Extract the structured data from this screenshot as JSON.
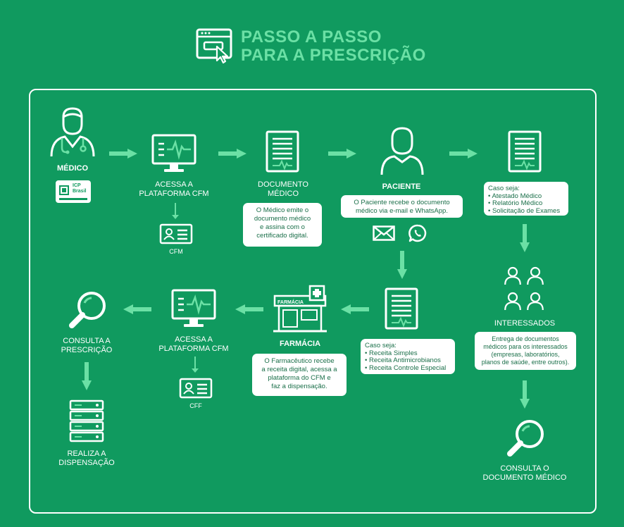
{
  "title": {
    "line1": "PASSO A PASSO",
    "line2": "PARA A PRESCRIÇÃO"
  },
  "colors": {
    "background": "#109a5f",
    "accent": "#6be0a5",
    "box_text": "#1a6f49",
    "white": "#ffffff"
  },
  "icons": {
    "title": "browser-click-icon",
    "doctor": "doctor-icon",
    "certificate_card": "icp-card-icon",
    "monitor": "monitor-pulse-icon",
    "document": "document-icon",
    "id_card": "id-card-icon",
    "patient": "patient-icon",
    "email": "email-icon",
    "whatsapp": "whatsapp-icon",
    "pharmacy": "pharmacy-icon",
    "magnifier": "magnifier-icon",
    "people": "people-group-icon",
    "server": "server-icon",
    "arrow": "arrow-icon"
  },
  "nodes": {
    "medico": {
      "label": "MÉDICO",
      "card_label": "ICP Brasil"
    },
    "acessa1": {
      "line1": "ACESSA A",
      "line2": "PLATAFORMA CFM",
      "sub": "CFM"
    },
    "documento": {
      "line1": "DOCUMENTO",
      "line2": "MÉDICO",
      "box": [
        "O Médico emite o",
        "documento médico",
        "e assina com o",
        "certificado digital."
      ]
    },
    "paciente": {
      "label": "PACIENTE",
      "box": [
        "O Paciente recebe o documento",
        "médico via e-mail e WhatsApp."
      ]
    },
    "docs_caso": {
      "heading": "Caso seja:",
      "items": [
        "• Atestado Médico",
        "• Relatório Médico",
        "• Solicitação de Exames"
      ]
    },
    "interessados": {
      "label": "INTERESSADOS",
      "box": [
        "Entrega de documentos",
        "médicos para os interessados",
        "(empresas, laboratórios,",
        "planos de saúde, entre outros)."
      ]
    },
    "consulta_doc": {
      "line1": "CONSULTA O",
      "line2": "DOCUMENTO MÉDICO"
    },
    "receitas_caso": {
      "heading": "Caso seja:",
      "items": [
        "• Receita Simples",
        "• Receita Antimicrobianos",
        "• Receita Controle Especial"
      ]
    },
    "farmacia": {
      "label": "FARMÁCIA",
      "sign": "FARMÁCIA",
      "box": [
        "O Farmacêutico recebe",
        "a receita digital, acessa a",
        "plataforma do CFM e",
        "faz a dispensação."
      ]
    },
    "acessa2": {
      "line1": "ACESSA A",
      "line2": "PLATAFORMA CFM",
      "sub": "CFF"
    },
    "consulta_presc": {
      "line1": "CONSULTA A",
      "line2": "PRESCRIÇÃO"
    },
    "realiza": {
      "line1": "REALIZA A",
      "line2": "DISPENSAÇÃO"
    }
  }
}
